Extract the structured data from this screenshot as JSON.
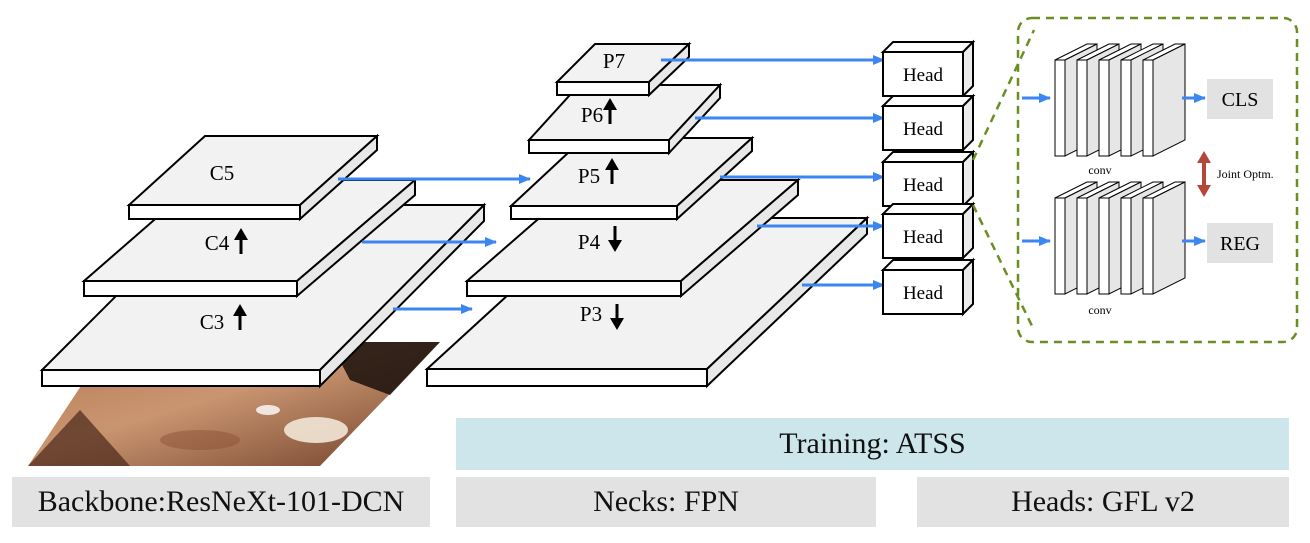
{
  "backbone": {
    "levels": [
      "C5",
      "C4",
      "C3"
    ]
  },
  "neck": {
    "levels": [
      "P7",
      "P6",
      "P5",
      "P4",
      "P3"
    ]
  },
  "heads": {
    "labels": [
      "Head",
      "Head",
      "Head",
      "Head",
      "Head"
    ]
  },
  "head_detail": {
    "cls_label": "CLS",
    "reg_label": "REG",
    "conv_label_top": "conv",
    "conv_label_bottom": "conv",
    "joint_label": "Joint Optm."
  },
  "footer": {
    "training": "Training: ATSS",
    "backbone": "Backbone:ResNeXt-101-DCN",
    "necks": "Necks: FPN",
    "heads": "Heads: GFL v2"
  },
  "colors": {
    "arrow": "#3b86f0",
    "dashed_border": "#6b8e23",
    "joint_arrow": "#b5473a"
  }
}
